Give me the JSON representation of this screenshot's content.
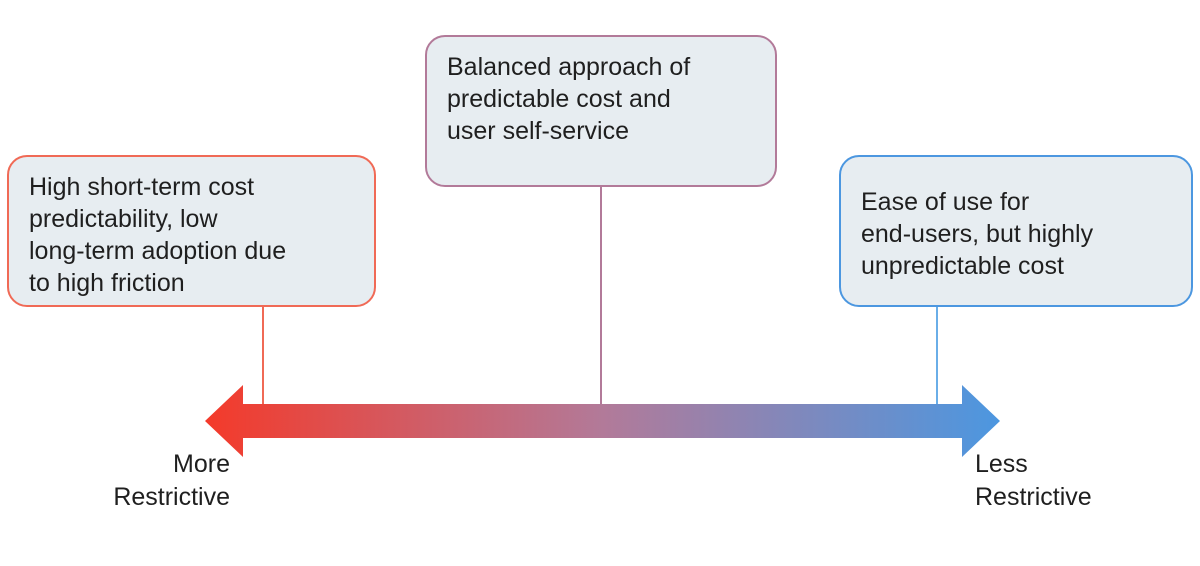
{
  "colors": {
    "restrictive": "#f43a2a",
    "balanced": "#b27a99",
    "permissive": "#4c97e0",
    "box_fill": "#e7edf1",
    "text": "#1f1f1f",
    "connector_left": "#f06a56",
    "connector_right": "#6aaee8"
  },
  "boxes": {
    "left": {
      "lines": [
        "High short-term cost",
        "predictability, low",
        "long-term adoption due",
        "to high friction"
      ]
    },
    "middle": {
      "lines": [
        "Balanced approach of",
        "predictable cost and",
        "user self-service"
      ]
    },
    "right": {
      "lines": [
        "Ease of use for",
        "end-users, but highly",
        "unpredictable cost"
      ]
    }
  },
  "axis": {
    "left_label": [
      "More",
      "Restrictive"
    ],
    "right_label": [
      "Less",
      "Restrictive"
    ]
  }
}
